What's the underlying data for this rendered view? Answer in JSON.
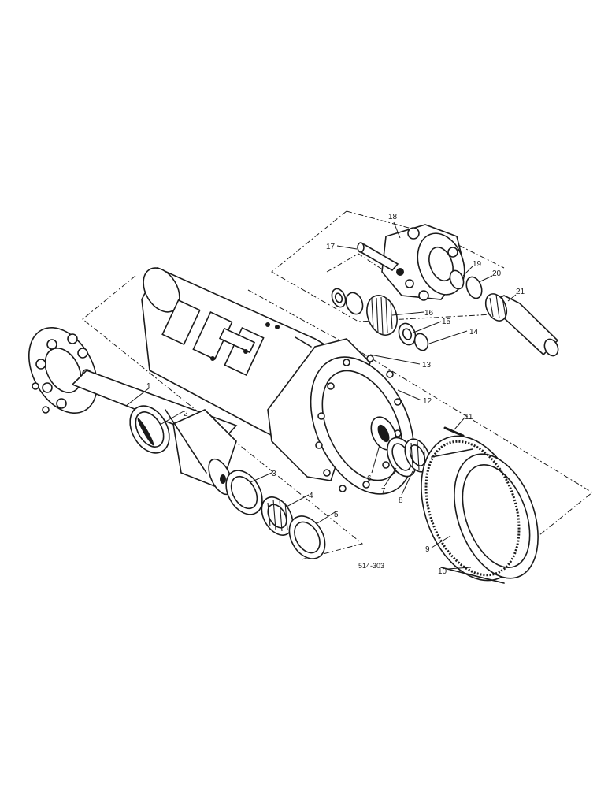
{
  "diagram": {
    "reference_code": "514-303",
    "callouts": [
      "1",
      "2",
      "3",
      "4",
      "5",
      "6",
      "7",
      "8",
      "9",
      "10",
      "11",
      "12",
      "13",
      "14",
      "15",
      "16",
      "17",
      "18",
      "19",
      "20",
      "21"
    ]
  }
}
